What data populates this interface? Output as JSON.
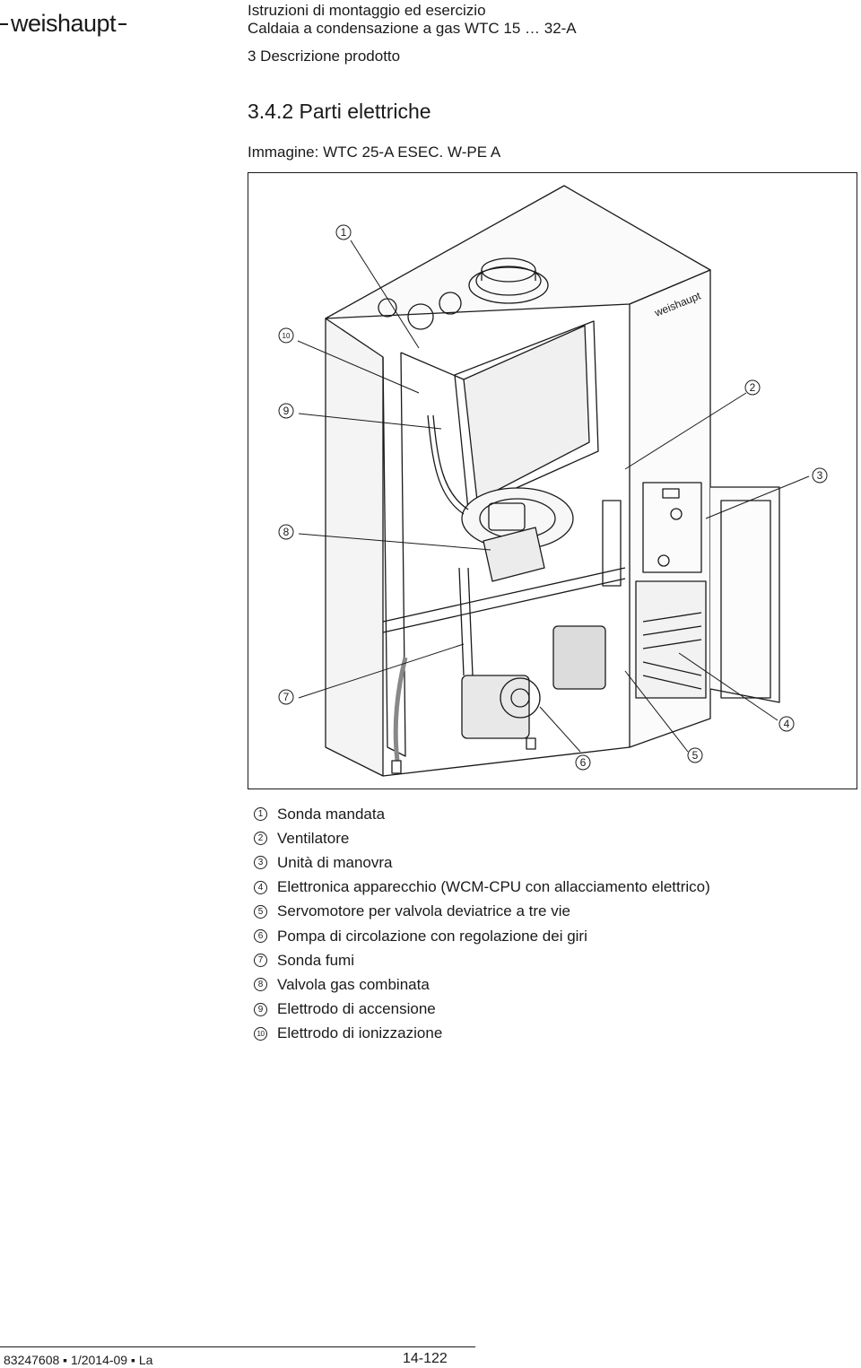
{
  "header": {
    "logo": "weishaupt",
    "line1": "Istruzioni di montaggio ed esercizio",
    "line2": "Caldaia a condensazione a gas WTC 15 … 32-A",
    "chapter": "3 Descrizione prodotto"
  },
  "section_title": "3.4.2 Parti elettriche",
  "figure": {
    "caption": "Immagine: WTC 25-A ESEC. W-PE A",
    "panel_brand": "weishaupt",
    "callouts": [
      "1",
      "2",
      "3",
      "4",
      "5",
      "6",
      "7",
      "8",
      "9",
      "10"
    ]
  },
  "legend": [
    {
      "num": "1",
      "label": "Sonda mandata"
    },
    {
      "num": "2",
      "label": "Ventilatore"
    },
    {
      "num": "3",
      "label": "Unità di manovra"
    },
    {
      "num": "4",
      "label": "Elettronica apparecchio (WCM-CPU con allacciamento elettrico)"
    },
    {
      "num": "5",
      "label": "Servomotore per valvola deviatrice a tre vie"
    },
    {
      "num": "6",
      "label": "Pompa di circolazione con regolazione dei giri"
    },
    {
      "num": "7",
      "label": "Sonda fumi"
    },
    {
      "num": "8",
      "label": "Valvola gas combinata"
    },
    {
      "num": "9",
      "label": "Elettrodo di accensione"
    },
    {
      "num": "10",
      "label": "Elettrodo di ionizzazione"
    }
  ],
  "footer": {
    "doc": "83247608 ▪ 1/2014-09 ▪ La",
    "page": "14-122"
  }
}
